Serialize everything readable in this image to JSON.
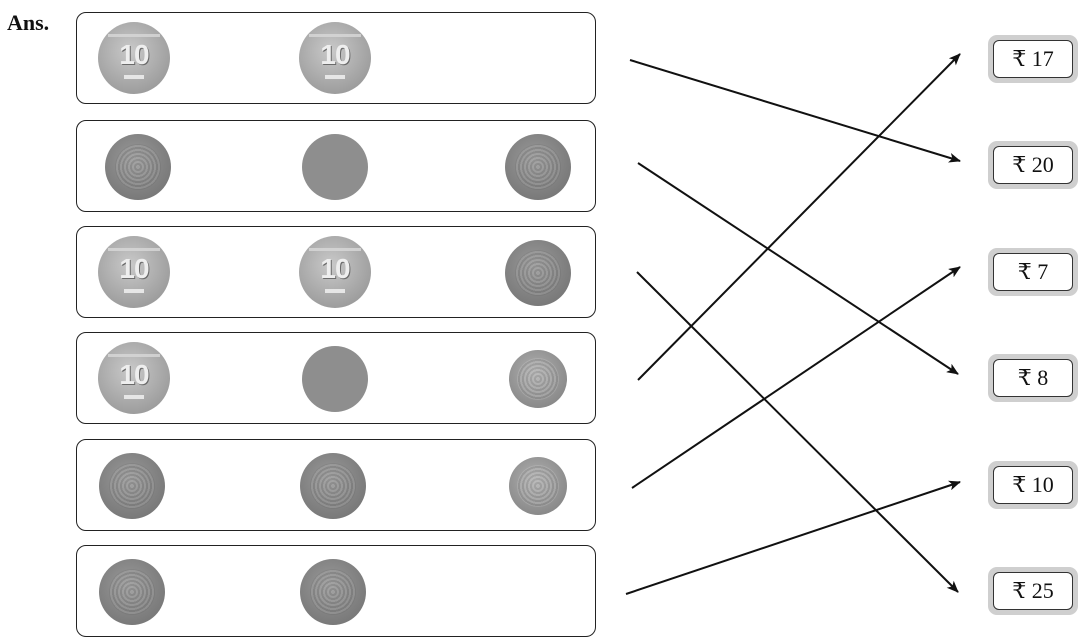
{
  "ans_label": "Ans.",
  "coin_rows": [
    {
      "coins": [
        "10",
        "10"
      ]
    },
    {
      "coins": [
        "5",
        "1",
        "5"
      ]
    },
    {
      "coins": [
        "10",
        "10",
        "5"
      ]
    },
    {
      "coins": [
        "10",
        "1",
        "2"
      ]
    },
    {
      "coins": [
        "5",
        "5",
        "2"
      ]
    },
    {
      "coins": [
        "5",
        "5"
      ]
    }
  ],
  "coin_face_text": "10",
  "amounts": [
    "₹ 17",
    "₹ 20",
    "₹ 7",
    "₹ 8",
    "₹ 10",
    "₹ 25"
  ],
  "matches": [
    {
      "row": 1,
      "amount": "₹ 20"
    },
    {
      "row": 2,
      "amount": "₹ 8"
    },
    {
      "row": 3,
      "amount": "₹ 25"
    },
    {
      "row": 4,
      "amount": "₹ 17"
    },
    {
      "row": 5,
      "amount": "₹ 7"
    },
    {
      "row": 6,
      "amount": "₹ 10"
    }
  ],
  "colors": {
    "line": "#111111",
    "coin_light": "#b3b3b3",
    "coin_dark": "#858585",
    "amount_frame": "#cfcfcf"
  }
}
